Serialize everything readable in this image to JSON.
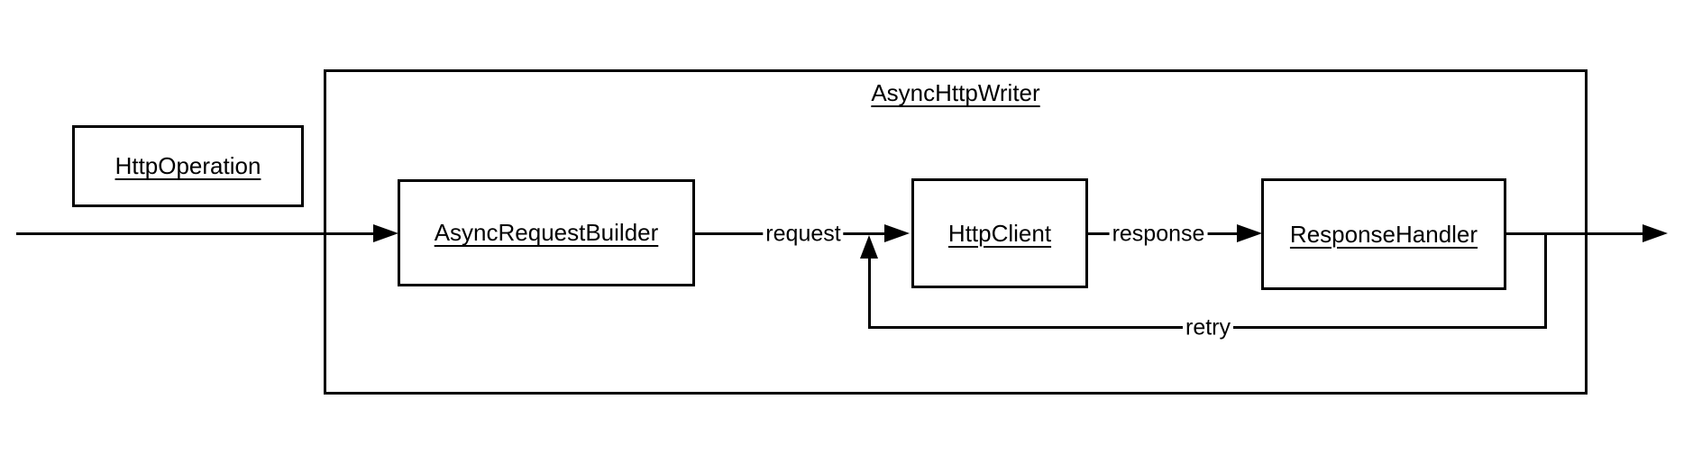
{
  "diagram": {
    "container": {
      "label": "AsyncHttpWriter"
    },
    "nodes": {
      "http_operation": {
        "label": "HttpOperation"
      },
      "async_request_builder": {
        "label": "AsyncRequestBuilder"
      },
      "http_client": {
        "label": "HttpClient"
      },
      "response_handler": {
        "label": "ResponseHandler"
      }
    },
    "edges": {
      "request": {
        "label": "request"
      },
      "response": {
        "label": "response"
      },
      "retry": {
        "label": "retry"
      }
    },
    "colors": {
      "stroke": "#000000",
      "background": "#ffffff"
    }
  }
}
